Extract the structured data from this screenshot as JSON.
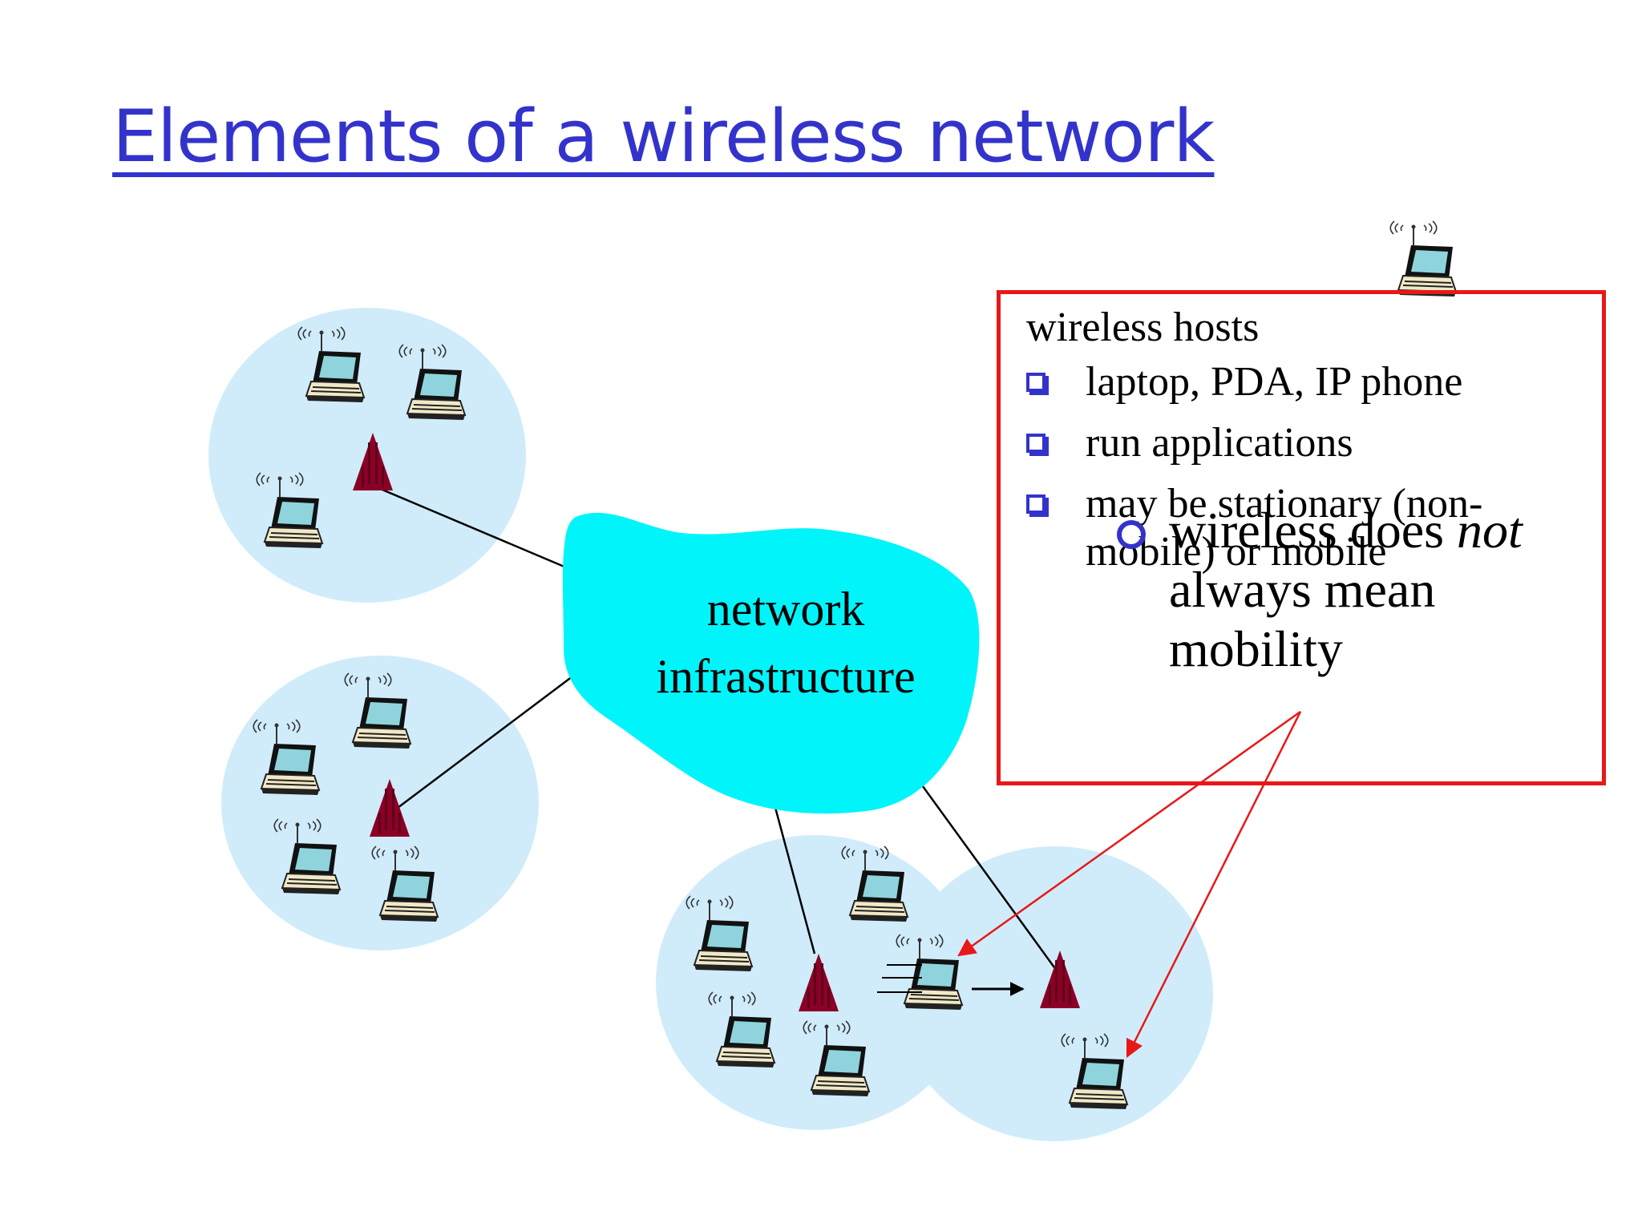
{
  "title": "Elements of a wireless network",
  "cloud": {
    "line1": "network",
    "line2": "infrastructure"
  },
  "info_box": {
    "heading": "wireless hosts",
    "bullets": [
      "laptop, PDA, IP phone",
      "run applications",
      "may be stationary (non-mobile) or mobile"
    ],
    "sub_bullet": {
      "pre": "wireless does",
      "emph": "not",
      "post": "always mean mobility"
    }
  },
  "icons": {
    "laptop": "wireless-laptop-icon",
    "base_station": "base-station-icon"
  },
  "colors": {
    "title": "#3333cc",
    "bubble": "#d0ecfb",
    "cloud": "#00f5fa",
    "box_border": "#e81818",
    "base_station": "#8b0026",
    "pointer_arrows": "#e81818"
  }
}
